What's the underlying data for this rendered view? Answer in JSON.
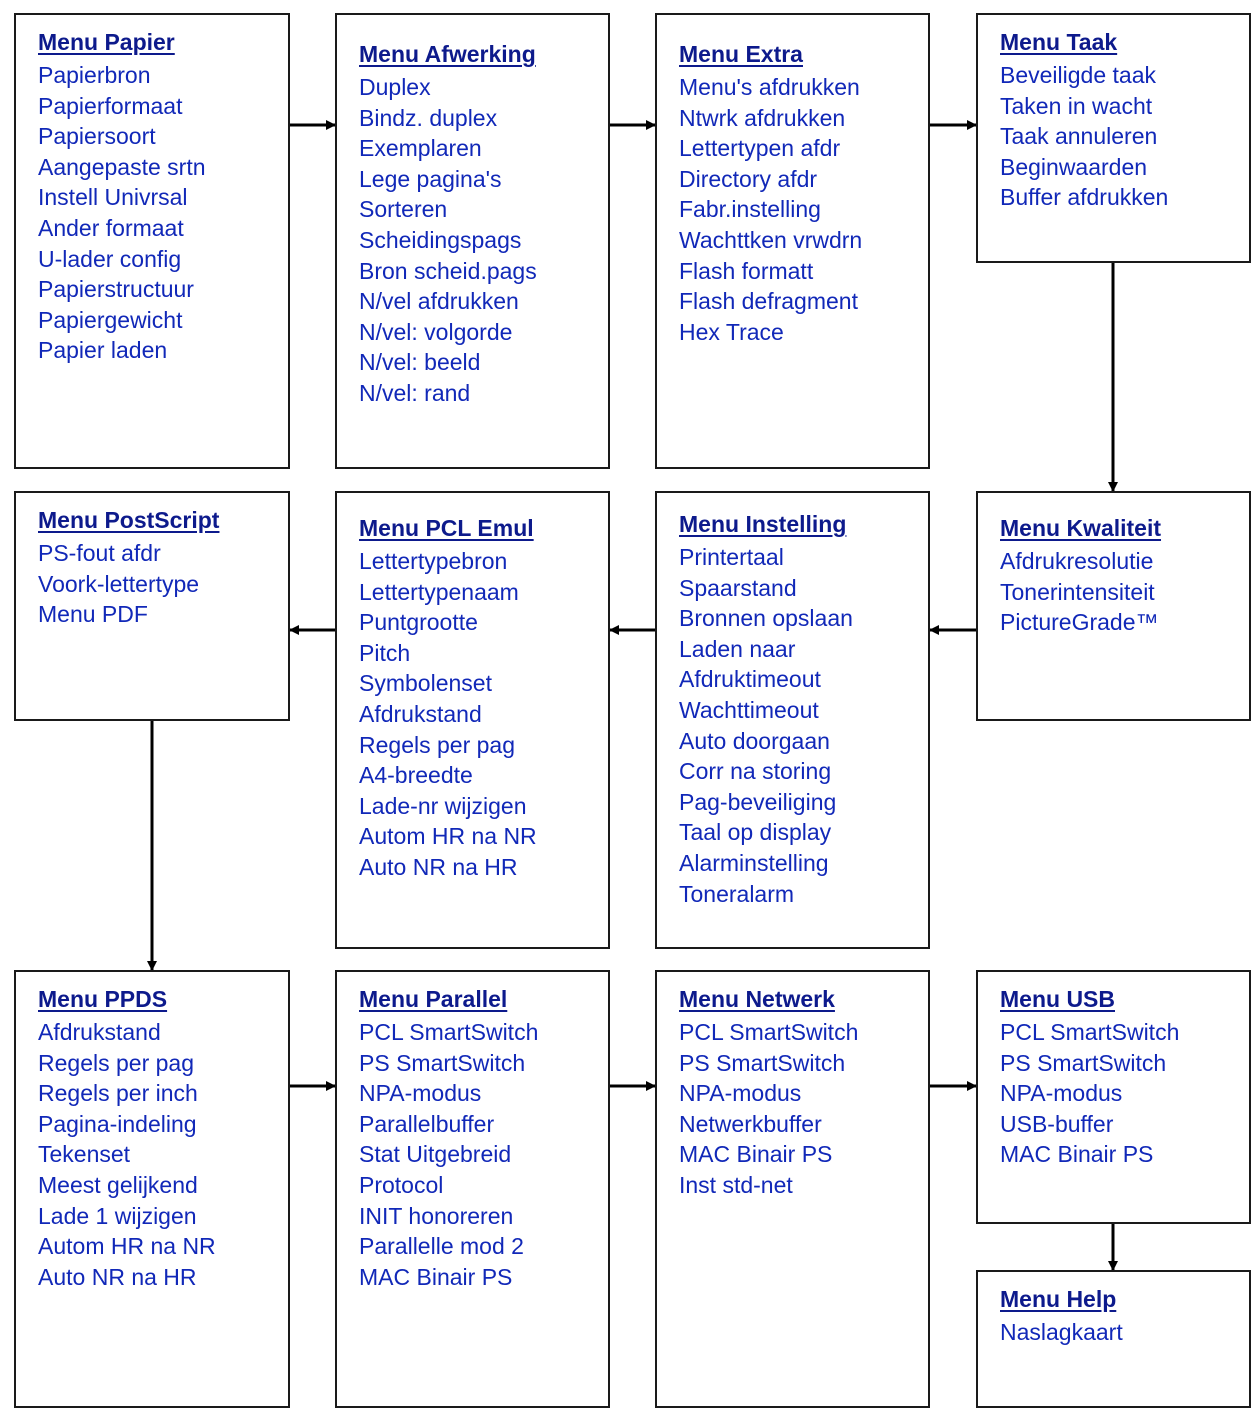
{
  "colors": {
    "title": "#0d1a8c",
    "item": "#1128b8",
    "border": "#1a1a1a",
    "arrow": "#000000"
  },
  "menus": [
    {
      "id": "papier",
      "title": "Menu Papier",
      "items": [
        "Papierbron",
        "Papierformaat",
        "Papiersoort",
        "Aangepaste srtn",
        "Instell Univrsal",
        "Ander formaat",
        "U-lader config",
        "Papierstructuur",
        "Papiergewicht",
        "Papier laden"
      ]
    },
    {
      "id": "afwerking",
      "title": "Menu Afwerking",
      "items": [
        "Duplex",
        "Bindz. duplex",
        "Exemplaren",
        "Lege pagina's",
        "Sorteren",
        "Scheidingspags",
        "Bron scheid.pags",
        "N/vel afdrukken",
        "N/vel: volgorde",
        "N/vel: beeld",
        "N/vel: rand"
      ]
    },
    {
      "id": "extra",
      "title": "Menu Extra",
      "items": [
        "Menu's afdrukken",
        "Ntwrk afdrukken",
        "Lettertypen afdr",
        "Directory afdr",
        "Fabr.instelling",
        "Wachttken vrwdrn",
        "Flash formatt",
        "Flash defragment",
        "Hex Trace"
      ]
    },
    {
      "id": "taak",
      "title": "Menu Taak",
      "items": [
        "Beveiligde taak",
        "Taken in wacht",
        "Taak annuleren",
        "Beginwaarden",
        "Buffer afdrukken"
      ]
    },
    {
      "id": "postscript",
      "title": "Menu PostScript",
      "items": [
        "PS-fout afdr",
        "Voork-lettertype",
        "Menu PDF"
      ]
    },
    {
      "id": "pcl-emul",
      "title": "Menu PCL Emul",
      "items": [
        "Lettertypebron",
        "Lettertypenaam",
        "Puntgrootte",
        "Pitch",
        "Symbolenset",
        "Afdrukstand",
        "Regels per pag",
        "A4-breedte",
        "Lade-nr wijzigen",
        "Autom HR na NR",
        "Auto NR na HR"
      ]
    },
    {
      "id": "instelling",
      "title": "Menu Instelling",
      "items": [
        "Printertaal",
        "Spaarstand",
        "Bronnen opslaan",
        "Laden naar",
        "Afdruktimeout",
        "Wachttimeout",
        "Auto doorgaan",
        "Corr na storing",
        "Pag-beveiliging",
        "Taal op display",
        "Alarminstelling",
        "Toneralarm"
      ]
    },
    {
      "id": "kwaliteit",
      "title": "Menu Kwaliteit",
      "items": [
        "Afdrukresolutie",
        "Tonerintensiteit",
        "PictureGrade™"
      ]
    },
    {
      "id": "ppds",
      "title": "Menu PPDS",
      "items": [
        "Afdrukstand",
        "Regels per pag",
        "Regels per inch",
        "Pagina-indeling",
        "Tekenset",
        "Meest gelijkend",
        "Lade 1 wijzigen",
        "Autom HR na NR",
        "Auto NR na HR"
      ]
    },
    {
      "id": "parallel",
      "title": "Menu Parallel",
      "items": [
        "PCL SmartSwitch",
        "PS SmartSwitch",
        "NPA-modus",
        "Parallelbuffer",
        "Stat Uitgebreid",
        "Protocol",
        "INIT honoreren",
        "Parallelle mod 2",
        "MAC Binair PS"
      ]
    },
    {
      "id": "netwerk",
      "title": "Menu Netwerk",
      "items": [
        "PCL SmartSwitch",
        "PS SmartSwitch",
        "NPA-modus",
        "Netwerkbuffer",
        "MAC Binair PS",
        "Inst std-net"
      ]
    },
    {
      "id": "usb",
      "title": "Menu USB",
      "items": [
        "PCL SmartSwitch",
        "PS SmartSwitch",
        "NPA-modus",
        "USB-buffer",
        "MAC Binair PS"
      ]
    },
    {
      "id": "help",
      "title": "Menu Help",
      "items": [
        "Naslagkaart"
      ]
    }
  ],
  "connections": [
    [
      "papier",
      "afwerking"
    ],
    [
      "afwerking",
      "extra"
    ],
    [
      "extra",
      "taak"
    ],
    [
      "taak",
      "kwaliteit"
    ],
    [
      "kwaliteit",
      "instelling"
    ],
    [
      "instelling",
      "pcl-emul"
    ],
    [
      "pcl-emul",
      "postscript"
    ],
    [
      "postscript",
      "ppds"
    ],
    [
      "ppds",
      "parallel"
    ],
    [
      "parallel",
      "netwerk"
    ],
    [
      "netwerk",
      "usb"
    ],
    [
      "usb",
      "help"
    ]
  ]
}
